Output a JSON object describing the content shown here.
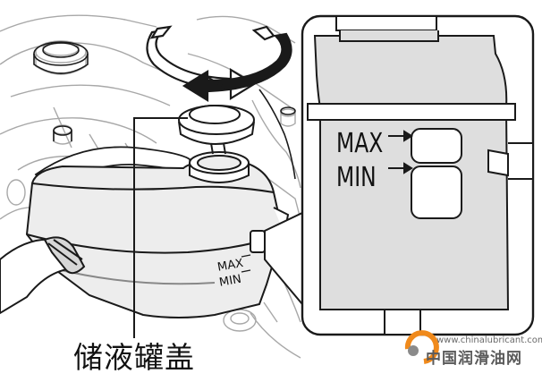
{
  "labels": {
    "cap": "储液罐盖",
    "zoom_max": "MAX",
    "zoom_min": "MIN",
    "tank_max": "MAX",
    "tank_min": "MIN"
  },
  "watermark": {
    "url": "www.chinalubricant.com",
    "name": "中国润滑油网"
  },
  "colors": {
    "line": "#1a1a1a",
    "engine_line": "#a8a8a8",
    "zoom_fill": "#dedede",
    "tank_fill": "#ededed",
    "logo_orange": "#f08a1c",
    "logo_gray": "#8a8a8a"
  }
}
